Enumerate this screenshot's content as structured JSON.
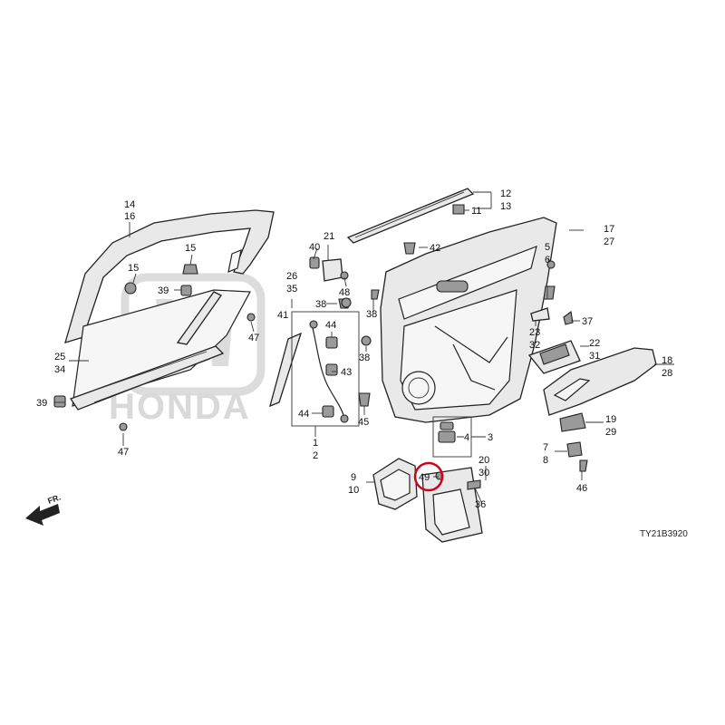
{
  "diagram": {
    "watermark_text": "HONDA",
    "figure_code": "TY21B3920",
    "front_label": "FR.",
    "highlight_color": "#d0021b",
    "highlighted_callout": "49",
    "callouts": {
      "c1": "1",
      "c2": "2",
      "c3": "3",
      "c4": "4",
      "c5": "5",
      "c6": "6",
      "c7": "7",
      "c8": "8",
      "c9": "9",
      "c10": "10",
      "c11": "11",
      "c12": "12",
      "c13": "13",
      "c14": "14",
      "c15a": "15",
      "c15b": "15",
      "c16": "16",
      "c17": "17",
      "c18": "18",
      "c19": "19",
      "c20": "20",
      "c21": "21",
      "c22": "22",
      "c23": "23",
      "c25": "25",
      "c26": "26",
      "c27": "27",
      "c28": "28",
      "c29": "29",
      "c30": "30",
      "c31": "31",
      "c32": "32",
      "c34": "34",
      "c35": "35",
      "c36": "36",
      "c37": "37",
      "c38a": "38",
      "c38b": "38",
      "c38c": "38",
      "c39a": "39",
      "c39b": "39",
      "c40": "40",
      "c41": "41",
      "c42": "42",
      "c43": "43",
      "c44a": "44",
      "c44b": "44",
      "c45": "45",
      "c46": "46",
      "c47a": "47",
      "c47b": "47",
      "c48": "48",
      "c49": "49"
    }
  }
}
